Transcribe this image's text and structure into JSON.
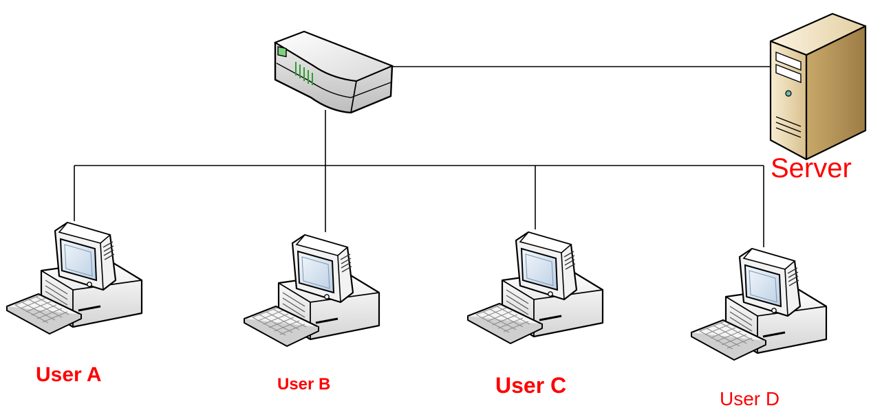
{
  "labels": {
    "server": "Server",
    "user_a": "User A",
    "user_b": "User B",
    "user_c": "User C",
    "user_d": "User D"
  },
  "colors": {
    "label": "#ff0000",
    "line": "#000000",
    "hub_led": "#2e9e2e"
  },
  "icons": {
    "hub": "network-hub-icon",
    "server": "server-tower-icon",
    "workstation": "desktop-computer-icon"
  }
}
